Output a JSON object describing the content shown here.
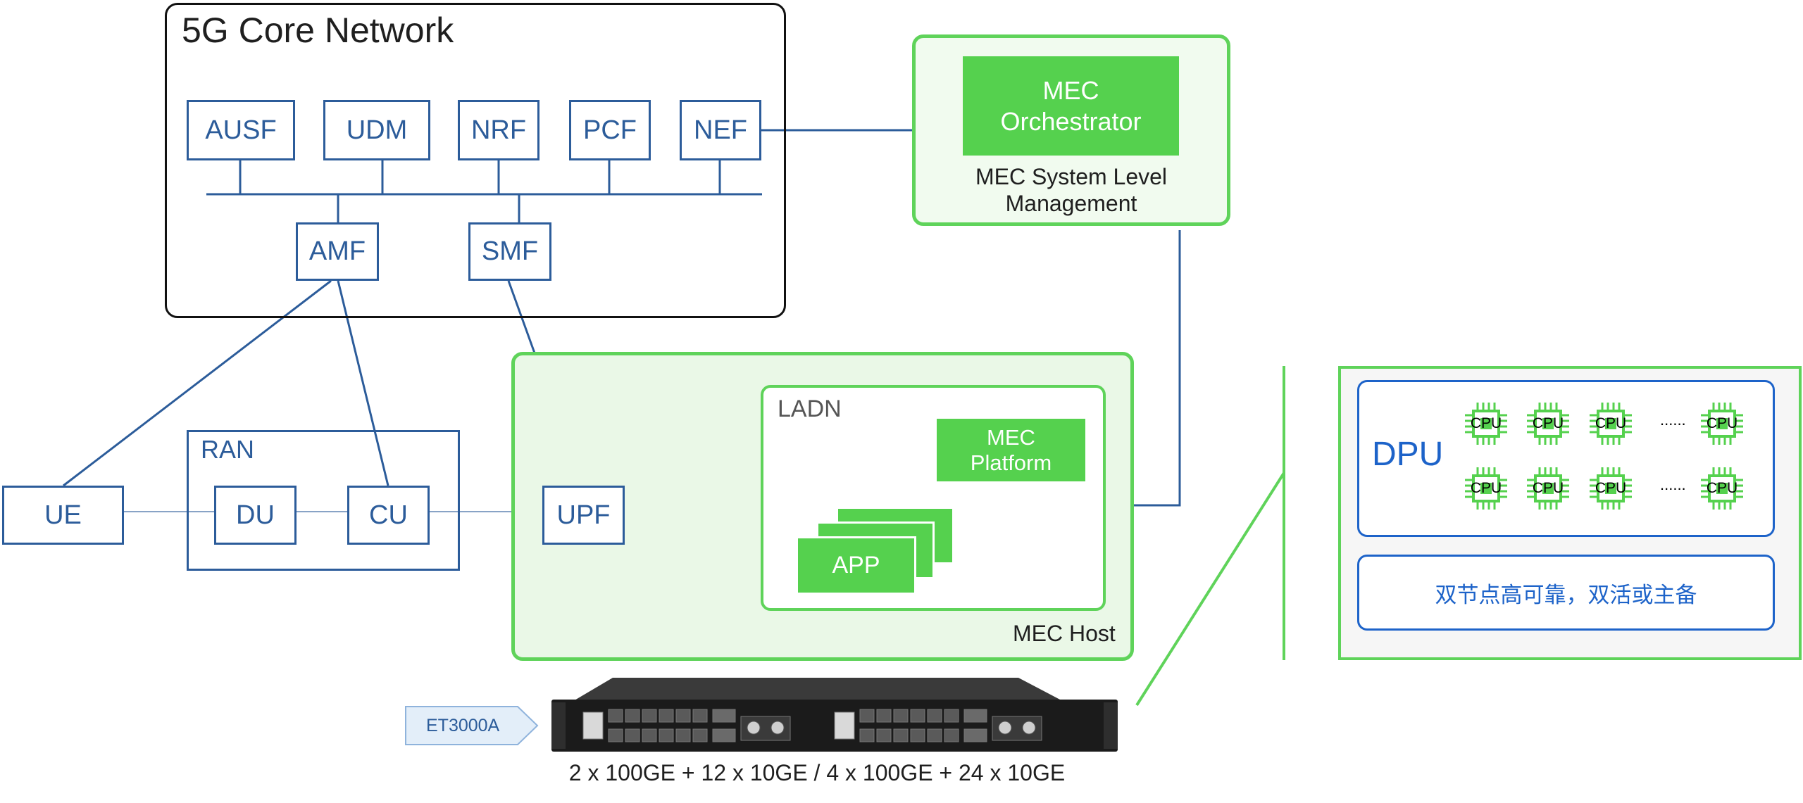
{
  "core": {
    "title": "5G Core Network",
    "functions": [
      "AUSF",
      "UDM",
      "NRF",
      "PCF",
      "NEF"
    ],
    "amf": "AMF",
    "smf": "SMF"
  },
  "mec": {
    "orchestrator": "MEC\nOrchestrator",
    "system_mgmt": "MEC System Level\nManagement",
    "host": "MEC Host",
    "ladn": "LADN",
    "platform": "MEC\nPlatform",
    "app": "APP"
  },
  "ran": {
    "title": "RAN",
    "ue": "UE",
    "du": "DU",
    "cu": "CU",
    "upf": "UPF"
  },
  "dpu": {
    "title": "DPU",
    "cpu_label": "CPU",
    "ellipsis": "......",
    "ha_text": "双节点高可靠，双活或主备"
  },
  "device": {
    "model": "ET3000A",
    "ports": "2 x 100GE + 12 x 10GE / 4 x 100GE + 24 x 10GE"
  },
  "colors": {
    "blue": "#2c5c9a",
    "green": "#55d14e",
    "dpu_blue": "#1d63c9"
  }
}
